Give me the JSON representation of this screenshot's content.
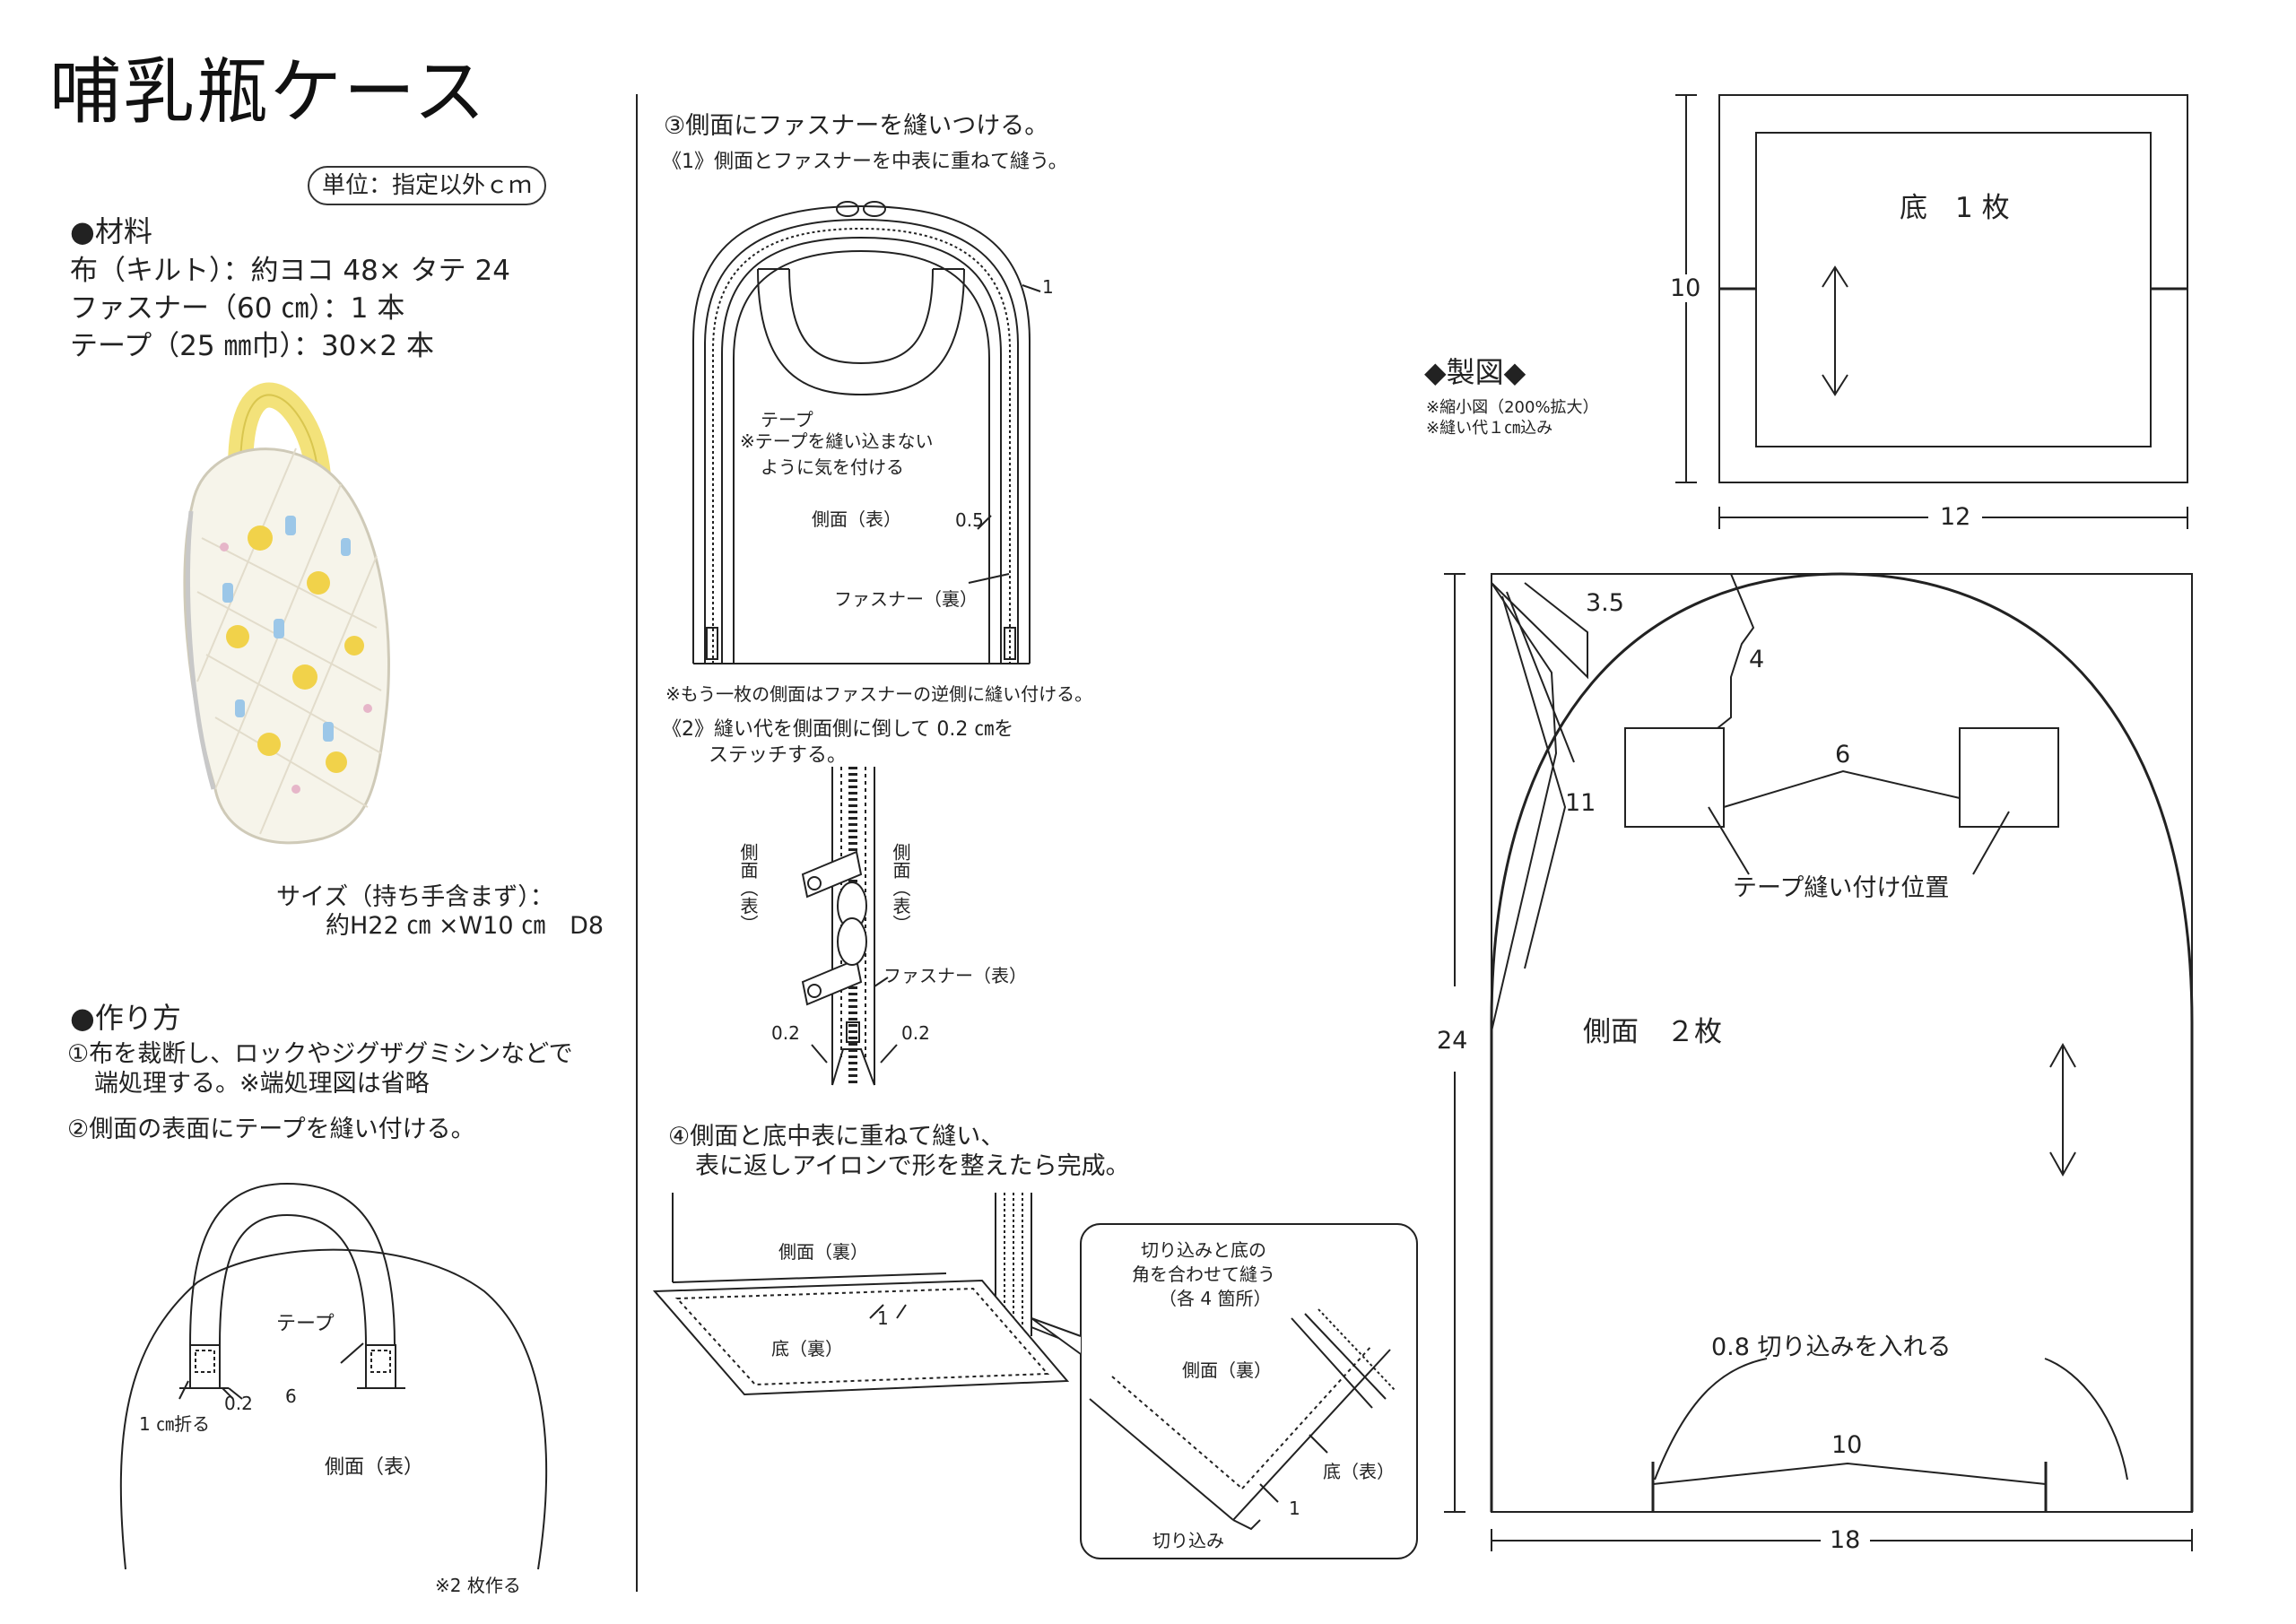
{
  "title": "哺乳瓶ケース",
  "unit_note": "単位：指定以外ｃｍ",
  "materials": {
    "heading": "●材料",
    "items": [
      "布（キルト）：約ヨコ 48× タテ 24",
      "ファスナー（60 ㎝）：1 本",
      "テープ（25 ㎜巾）：30×2 本"
    ]
  },
  "size": {
    "line1": "サイズ（持ち手含まず）：",
    "line2": "約H22 ㎝ ×W10 ㎝　D8"
  },
  "method": {
    "heading": "●作り方",
    "step1_line1": "①布を裁断し、ロックやジグザグミシンなどで",
    "step1_line2": "端処理する。※端処理図は省略",
    "step2": "②側面の表面にテープを縫い付ける。",
    "step2_labels": {
      "tape": "テープ",
      "fold": "1 ㎝折る",
      "m02": "0.2",
      "m6": "6",
      "side": "側面（表）",
      "note": "※2 枚作る"
    }
  },
  "step3": {
    "heading": "③側面にファスナーを縫いつける。",
    "sub1": "《1》側面とファスナーを中表に重ねて縫う。",
    "labels": {
      "one": "1",
      "tape": "テープ",
      "caution1": "※テープを縫い込まない",
      "caution2": "ように気を付ける",
      "side": "側面（表）",
      "m05": "0.5",
      "zipper_back": "ファスナー（裏）"
    },
    "note": "※もう一枚の側面はファスナーの逆側に縫い付ける。",
    "sub2_line1": "《2》縫い代を側面側に倒して 0.2 ㎝を",
    "sub2_line2": "ステッチする。",
    "labels2": {
      "side_left": "側面（表）",
      "side_right": "側面（表）",
      "zipper_front": "ファスナー（表）",
      "m02_left": "0.2",
      "m02_right": "0.2"
    }
  },
  "step4": {
    "line1": "④側面と底中表に重ねて縫い、",
    "line2": "表に返しアイロンで形を整えたら完成。",
    "labels": {
      "side_back": "側面（裏）",
      "bottom_back": "底（裏）",
      "one": "1",
      "detail1": "切り込みと底の",
      "detail2": "角を合わせて縫う",
      "detail3": "（各 4 箇所）",
      "detail_side": "側面（裏）",
      "detail_bottom": "底（表）",
      "detail_cut": "切り込み",
      "detail_one": "1"
    }
  },
  "pattern": {
    "heading": "◆製図◆",
    "note1": "※縮小図（200%拡大）",
    "note2": "※縫い代１㎝込み",
    "bottom_piece": {
      "label": "底　1 枚",
      "h": "10",
      "w": "12"
    },
    "side_piece": {
      "label": "側面　２枚",
      "h": "24",
      "w": "18",
      "m35": "3.5",
      "m4": "4",
      "m6": "6",
      "m11": "11",
      "tape_pos": "テープ縫い付け位置",
      "notch": "0.8 切り込みを入れる",
      "m10": "10"
    }
  },
  "colors": {
    "line": "#222222",
    "tape": "#f3e27a",
    "photo_bg": "#f6f4ea",
    "duck": "#f1d24a",
    "bottle": "#9cc7e8"
  }
}
